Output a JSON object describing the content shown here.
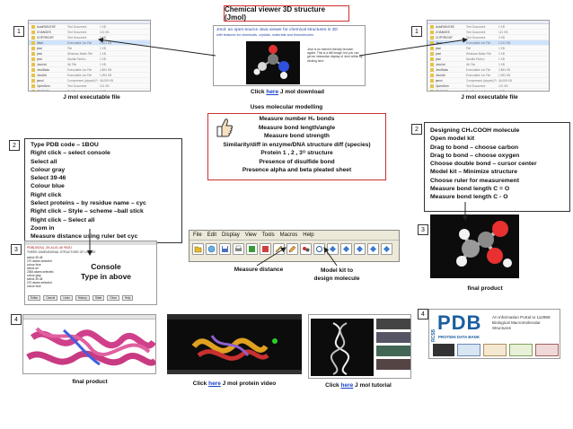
{
  "title": "Chemical viewer 3D structure (Jmol)",
  "panel_numbers": [
    "1",
    "1",
    "2",
    "2",
    "3",
    "3",
    "4",
    "4"
  ],
  "left_file_shot": {
    "rows": [
      {
        "name": "AutoRUN.EXE",
        "type": "Text Document",
        "size": "1 KB"
      },
      {
        "name": "CHANGES",
        "type": "Text Document",
        "size": "121 KB"
      },
      {
        "name": "COPYRIGHT",
        "type": "Text Document",
        "size": "2 KB"
      },
      {
        "name": "Jmol",
        "type": "Executable Jar File",
        "size": "2,221 KB"
      },
      {
        "name": "jmol",
        "type": "File",
        "size": "1 KB"
      },
      {
        "name": "jmol",
        "type": "Windows Batch File",
        "size": "1 KB"
      },
      {
        "name": "jmol",
        "type": "Mozilla Firefox",
        "size": "1 KB"
      },
      {
        "name": "Jmol.ini",
        "type": "INI File",
        "size": "1 KB"
      },
      {
        "name": "JmolData",
        "type": "Executable Jar File",
        "size": "2,884 KB"
      },
      {
        "name": "JmolLib",
        "type": "Executable Jar File",
        "size": "1,994 KB"
      },
      {
        "name": "jsmol",
        "type": "Compressed (zipped) Fol",
        "size": "46,059 KB"
      },
      {
        "name": "OpenGem",
        "type": "Text Document",
        "size": "101 KB"
      },
      {
        "name": "README",
        "type": "Text Document",
        "size": "4 KB"
      },
      {
        "name": "LICENSE",
        "type": "Text Document",
        "size": "29 KB"
      }
    ]
  },
  "left_caption": "J mol executable file",
  "right_caption": "J mol executable file",
  "jmol_site": {
    "heading": "Jmol: an open-source Java viewer for chemical structures in 3D",
    "subheading": "with features for chemicals, crystals, materials and biomolecules",
    "side_text": "Jmol is an Internet-friendly browser applet. This is a still image, but you can get an interactive display of Jmol within by clicking here."
  },
  "download_caption": {
    "prefix": "Click ",
    "link": "here",
    "suffix": " J mol download"
  },
  "uses_heading": "Uses molecular modelling",
  "uses_box": [
    "Measure number H₂ bonds",
    "Measure bond length/angle",
    "Measure bond strength",
    "Similarity/diff in enzyme/DNA structure diff  (species)",
    "Protein 1 , 2 , 3ᴼ structure",
    "Presence of disulfide bond",
    "Presence alpha and beta pleated sheet"
  ],
  "left_steps": [
    "Type PDB code – 1BOU",
    "Right click – select console",
    "Select all",
    "Colour gray",
    "Select 39-46",
    "Colour blue",
    "Right click",
    "Select proteins – by residue name – cyc",
    "Right click – Style – scheme –ball stick",
    "Right click – Select all",
    "Zoom in",
    "Measure distance using ruler bet cyc"
  ],
  "right_steps": [
    "Designing CH₃COOH molecule",
    "Open model kit",
    "Drag to bond – choose carbon",
    "Drag to bond – choose oxygen",
    "Choose double bond – cursor  center",
    "Model kit – Minimize structure",
    "Choose ruler for measurement",
    "Measure bond length C = O",
    "Measure bond length C - O"
  ],
  "toolbar": {
    "menus": [
      "File",
      "Edit",
      "Display",
      "View",
      "Tools",
      "Macros",
      "Help"
    ],
    "measure_label": "Measure distance",
    "model_kit_label": "Model kit to\ndesign molecule"
  },
  "console_shot": {
    "header": "PDB|1BOU|    -39-ALIG-46   *BOU",
    "subheader": "THREE-DIMENSIONAL STRUCTURE OF LIGASE",
    "lines": [
      "select 39-46",
      "270 atoms selected",
      "colour blue",
      "select all",
      "2365 atoms selected",
      "colour gray",
      "select 39-46",
      "270 atoms selected",
      "colour blue"
    ],
    "buttons": [
      "Editor",
      "Cancel",
      "Undo",
      "History",
      "State",
      "Clear",
      "Help"
    ],
    "overlay": [
      "Console",
      "Type in above"
    ]
  },
  "final_product_left": "final product",
  "final_product_right": "final product",
  "protein_video_caption": {
    "prefix": "Click ",
    "link": "here",
    "suffix": " J mol protein video"
  },
  "tutorial_caption": {
    "prefix": "Click ",
    "link": "here",
    "suffix": " J mol tutorial"
  },
  "pdb_banner": {
    "logo": "PDB",
    "side": "RCSB",
    "sub": "PROTEIN DATA BANK",
    "text": "An Information Portal to 112968 Biological Macromolecular Structures"
  },
  "colors": {
    "red_border": "#c83030",
    "link": "#1a40c8",
    "pdb_blue": "#1a5fa0"
  }
}
